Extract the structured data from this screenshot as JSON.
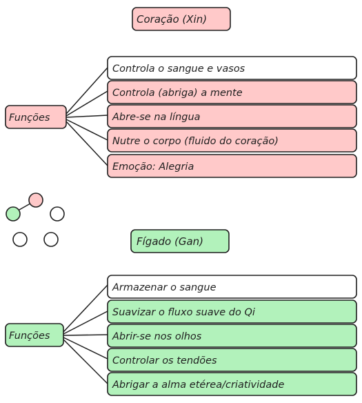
{
  "colors": {
    "pink": "#ffc9c9",
    "green": "#b2f2bb",
    "white": "#ffffff",
    "stroke": "#1e1e1e"
  },
  "heart": {
    "title": "Coração (Xin)",
    "hub": "Funções",
    "items": [
      {
        "label": "Controla o sangue e vasos",
        "fill": "white"
      },
      {
        "label": "Controla (abriga) a mente",
        "fill": "pink"
      },
      {
        "label": "Abre-se na língua",
        "fill": "pink"
      },
      {
        "label": "Nutre o corpo (fluido do coração)",
        "fill": "pink"
      },
      {
        "label": "Emoção: Alegria",
        "fill": "pink"
      }
    ]
  },
  "liver": {
    "title": "Fígado (Gan)",
    "hub": "Funções",
    "items": [
      {
        "label": "Armazenar o sangue",
        "fill": "white"
      },
      {
        "label": "Suavizar o fluxo suave do Qi",
        "fill": "green"
      },
      {
        "label": "Abrir-se nos olhos",
        "fill": "green"
      },
      {
        "label": "Controlar os tendões",
        "fill": "green"
      },
      {
        "label": "Abrigar a alma etérea/criatividade",
        "fill": "green"
      }
    ]
  },
  "circles_icon": {
    "nodes": [
      {
        "fill": "green"
      },
      {
        "fill": "pink"
      },
      {
        "fill": "white"
      },
      {
        "fill": "white"
      },
      {
        "fill": "white"
      }
    ]
  }
}
